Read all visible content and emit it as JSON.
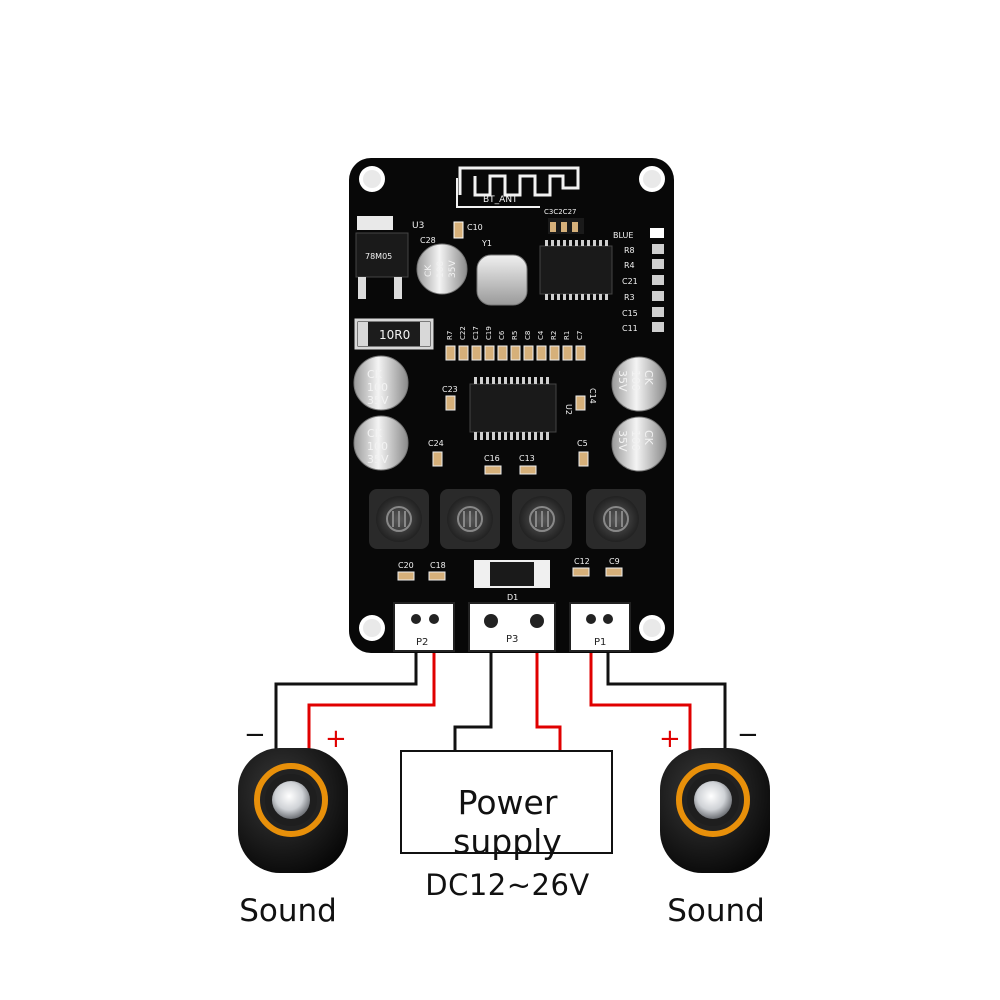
{
  "board": {
    "antenna_label": "BT_ANT",
    "regulator_ref": "U3",
    "regulator_marking": "78M05",
    "resistor_marking": "10R0",
    "crystal_ref": "Y1",
    "amp_ref": "U2",
    "led_label": "BLUE",
    "diode_ref": "D1",
    "cap_marking_ck": "CK",
    "cap_marking_value": "100",
    "cap_marking_voltage": "35V",
    "refs": {
      "c10": "C10",
      "c28": "C28",
      "c3c2c27": "C3C2C27",
      "r8": "R8",
      "r4": "R4",
      "c21": "C21",
      "r3": "R3",
      "c15": "C15",
      "c11": "C11",
      "c23": "C23",
      "c14": "C14",
      "c24": "C24",
      "c5": "C5",
      "c16": "C16",
      "c13": "C13",
      "c20": "C20",
      "c18": "C18",
      "c12": "C12",
      "c9": "C9",
      "row": [
        "R7",
        "C22",
        "C17",
        "C19",
        "C6",
        "R5",
        "C8",
        "C4",
        "R2",
        "R1",
        "C7"
      ]
    },
    "connectors": {
      "p1": "P1",
      "p2": "P2",
      "p3": "P3"
    }
  },
  "labels": {
    "power_supply": "Power supply",
    "voltage": "DC12~26V",
    "sound_left": "Sound",
    "sound_right": "Sound",
    "minus": "−",
    "plus": "+"
  },
  "colors": {
    "board": "#080808",
    "silkscreen": "#f2f2f2",
    "wire_positive": "#e00000",
    "wire_negative": "#111111",
    "speaker_ring": "#e8900a"
  }
}
